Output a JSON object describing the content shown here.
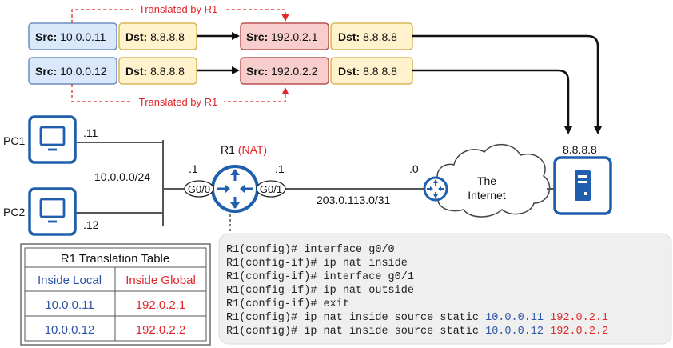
{
  "packets": [
    {
      "orig_src_label": "Src:",
      "orig_src": "10.0.0.11",
      "orig_dst_label": "Dst:",
      "orig_dst": "8.8.8.8",
      "new_src_label": "Src:",
      "new_src": "192.0.2.1",
      "new_dst_label": "Dst:",
      "new_dst": "8.8.8.8"
    },
    {
      "orig_src_label": "Src:",
      "orig_src": "10.0.0.12",
      "orig_dst_label": "Dst:",
      "orig_dst": "8.8.8.8",
      "new_src_label": "Src:",
      "new_src": "192.0.2.2",
      "new_dst_label": "Dst:",
      "new_dst": "8.8.8.8"
    }
  ],
  "translated_label": "Translated by R1",
  "pcs": [
    {
      "name": "PC1",
      "host": ".11"
    },
    {
      "name": "PC2",
      "host": ".12"
    }
  ],
  "inside_network": "10.0.0.0/24",
  "router": {
    "name": "R1",
    "role": "(NAT)",
    "g00": "G0/0",
    "g01": "G0/1",
    "g00_ip": ".1",
    "g01_ip": ".1"
  },
  "outside_network": "203.0.113.0/31",
  "isp_ip": ".0",
  "cloud_line1": "The",
  "cloud_line2": "Internet",
  "server_ip": "8.8.8.8",
  "table": {
    "title": "R1 Translation Table",
    "headers": [
      "Inside Local",
      "Inside Global"
    ],
    "rows": [
      [
        "10.0.0.11",
        "192.0.2.1"
      ],
      [
        "10.0.0.12",
        "192.0.2.2"
      ]
    ]
  },
  "cli": [
    {
      "prompt": "R1(config)#",
      "cmd": "interface g0/0"
    },
    {
      "prompt": "R1(config-if)#",
      "cmd": "ip nat inside"
    },
    {
      "prompt": "R1(config-if)#",
      "cmd": "interface g0/1"
    },
    {
      "prompt": "R1(config-if)#",
      "cmd": "ip nat outside"
    },
    {
      "prompt": "R1(config-if)#",
      "cmd": "exit"
    },
    {
      "prompt": "R1(config)#",
      "cmd": "ip nat inside source static",
      "local": "10.0.0.11",
      "global": "192.0.2.1"
    },
    {
      "prompt": "R1(config)#",
      "cmd": "ip nat inside source static",
      "local": "10.0.0.12",
      "global": "192.0.2.2"
    }
  ],
  "colors": {
    "orig_src_fill": "#dae8fc",
    "orig_src_stroke": "#6c8ebf",
    "dst_fill": "#fff2cc",
    "dst_stroke": "#d6b656",
    "new_src_fill": "#f8cecc",
    "new_src_stroke": "#b85450",
    "device_blue": "#1f5fad",
    "red": "#e3262b",
    "local_blue": "#2e55a8"
  }
}
